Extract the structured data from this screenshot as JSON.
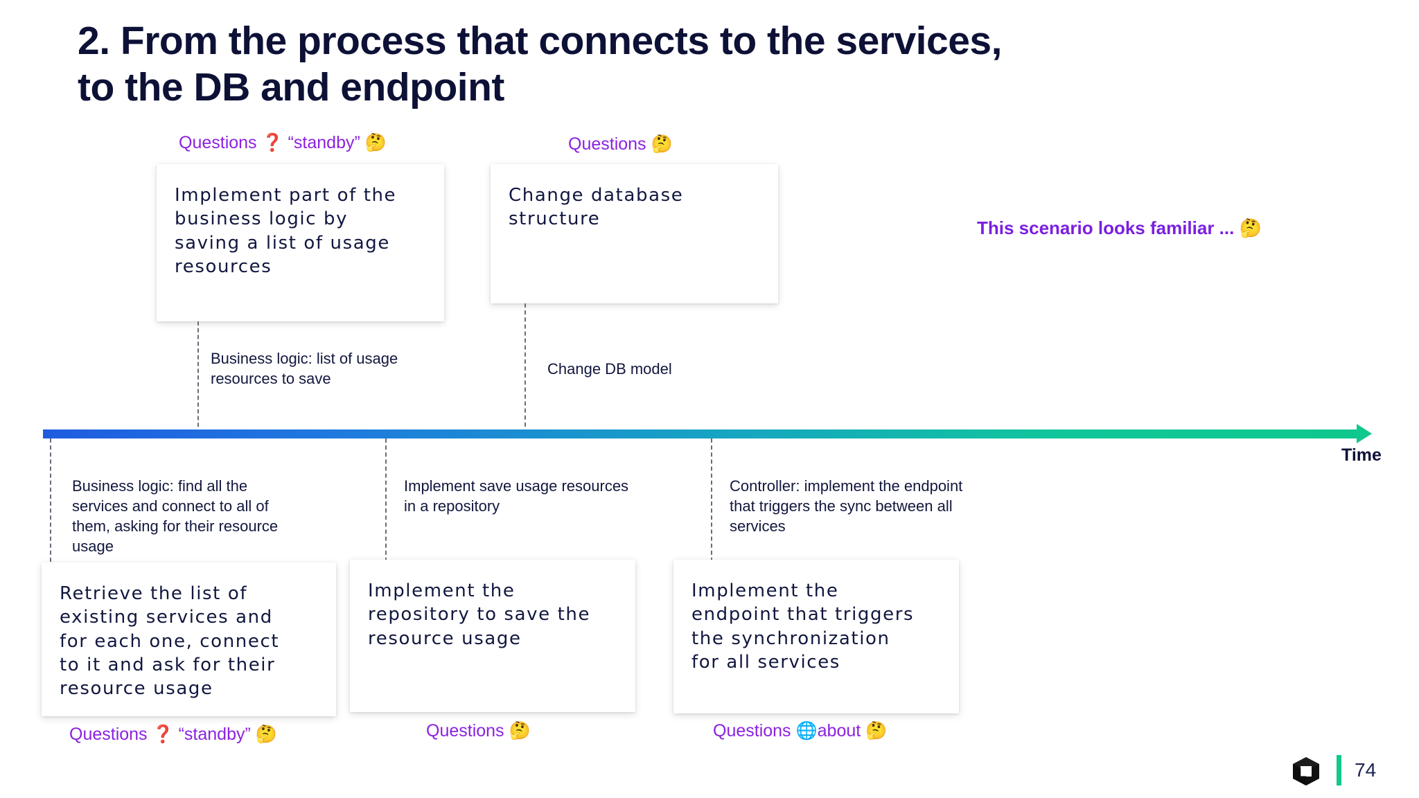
{
  "slide": {
    "title": "2. From the process that connects to the services,\nto the DB and endpoint",
    "page_number": "74",
    "accent_purple": "#8b22e0",
    "accent_green": "#12c98c",
    "accent_blue": "#1f5ce0",
    "text_navy": "#0d1136"
  },
  "timeline": {
    "axis_label": "Time",
    "gradient_from": "#1f5ce0",
    "gradient_to": "#10c88d"
  },
  "notes": {
    "top_left": "Questions ❓ “standby” 🤔",
    "top_middle": "Questions 🤔",
    "right_bold": "This scenario looks familiar ... 🤔",
    "bottom_left": "Questions ❓ “standby” 🤔",
    "bottom_middle": "Questions 🤔",
    "bottom_right": "Questions 🌐about 🤔"
  },
  "cards_above": [
    {
      "text": "Implement part of the\nbusiness logic by\nsaving a list of usage\nresources"
    },
    {
      "text": "Change database\nstructure"
    }
  ],
  "cards_below": [
    {
      "text": "Retrieve the list of\nexisting services and\nfor each one, connect\nto it and ask for their\nresource usage"
    },
    {
      "text": "Implement the\nrepository to save the\nresource usage"
    },
    {
      "text": "Implement the\nendpoint that triggers\nthe synchronization\nfor all services"
    }
  ],
  "labels_above": [
    {
      "text": "Business logic: list of usage\nresources to save"
    },
    {
      "text": "Change DB model"
    }
  ],
  "labels_below": [
    {
      "text": "Business logic: find all the\nservices and connect to all of\nthem, asking for their resource\nusage"
    },
    {
      "text": "Implement save usage resources\nin a repository"
    },
    {
      "text": "Controller: implement the endpoint\nthat triggers the sync between all\nservices"
    }
  ]
}
